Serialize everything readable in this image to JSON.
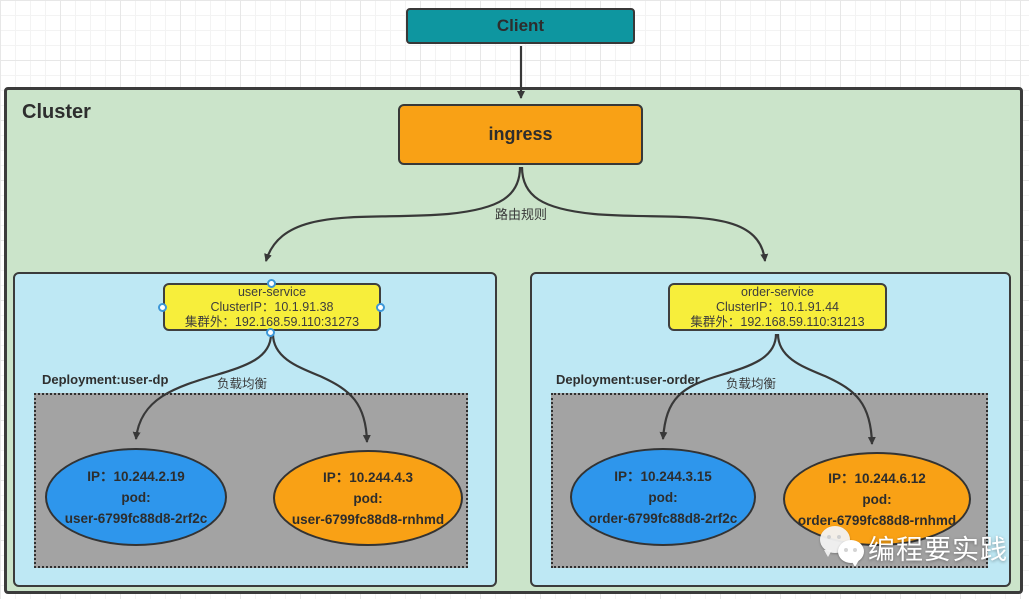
{
  "client": {
    "label": "Client"
  },
  "ingress": {
    "label": "ingress"
  },
  "cluster": {
    "label": "Cluster"
  },
  "labels": {
    "route_rule": "路由规则"
  },
  "colors": {
    "client_teal": "#0e96a0",
    "ingress_orange": "#f9a115",
    "service_yellow": "#f7ee3b",
    "cluster_green": "#cbe4ca",
    "namespace_cyan": "#bee8f4",
    "deployment_gray": "#a3a3a3",
    "pod_blue": "#2e96ec",
    "pod_orange": "#f9a115",
    "stroke_dark": "#383838"
  },
  "left": {
    "service": {
      "name": "user-service",
      "cluster_ip": "ClusterIP：10.1.91.38",
      "external": "集群外：192.168.59.110:31273"
    },
    "deployment": "Deployment:user-dp",
    "load_balance": "负载均衡",
    "pod_blue": {
      "ip": "IP：10.244.2.19",
      "pod": "pod:",
      "name": "user-6799fc88d8-2rf2c"
    },
    "pod_orange": {
      "ip": "IP：10.244.4.3",
      "pod": "pod:",
      "name": "user-6799fc88d8-rnhmd"
    }
  },
  "right": {
    "service": {
      "name": "order-service",
      "cluster_ip": "ClusterIP：10.1.91.44",
      "external": "集群外：192.168.59.110:31213"
    },
    "deployment": "Deployment:user-order",
    "load_balance": "负载均衡",
    "pod_blue": {
      "ip": "IP：10.244.3.15",
      "pod": "pod:",
      "name": "order-6799fc88d8-2rf2c"
    },
    "pod_orange": {
      "ip": "IP：10.244.6.12",
      "pod": "pod:",
      "name": "order-6799fc88d8-rnhmd"
    }
  },
  "watermark": {
    "text": "编程要实践"
  }
}
